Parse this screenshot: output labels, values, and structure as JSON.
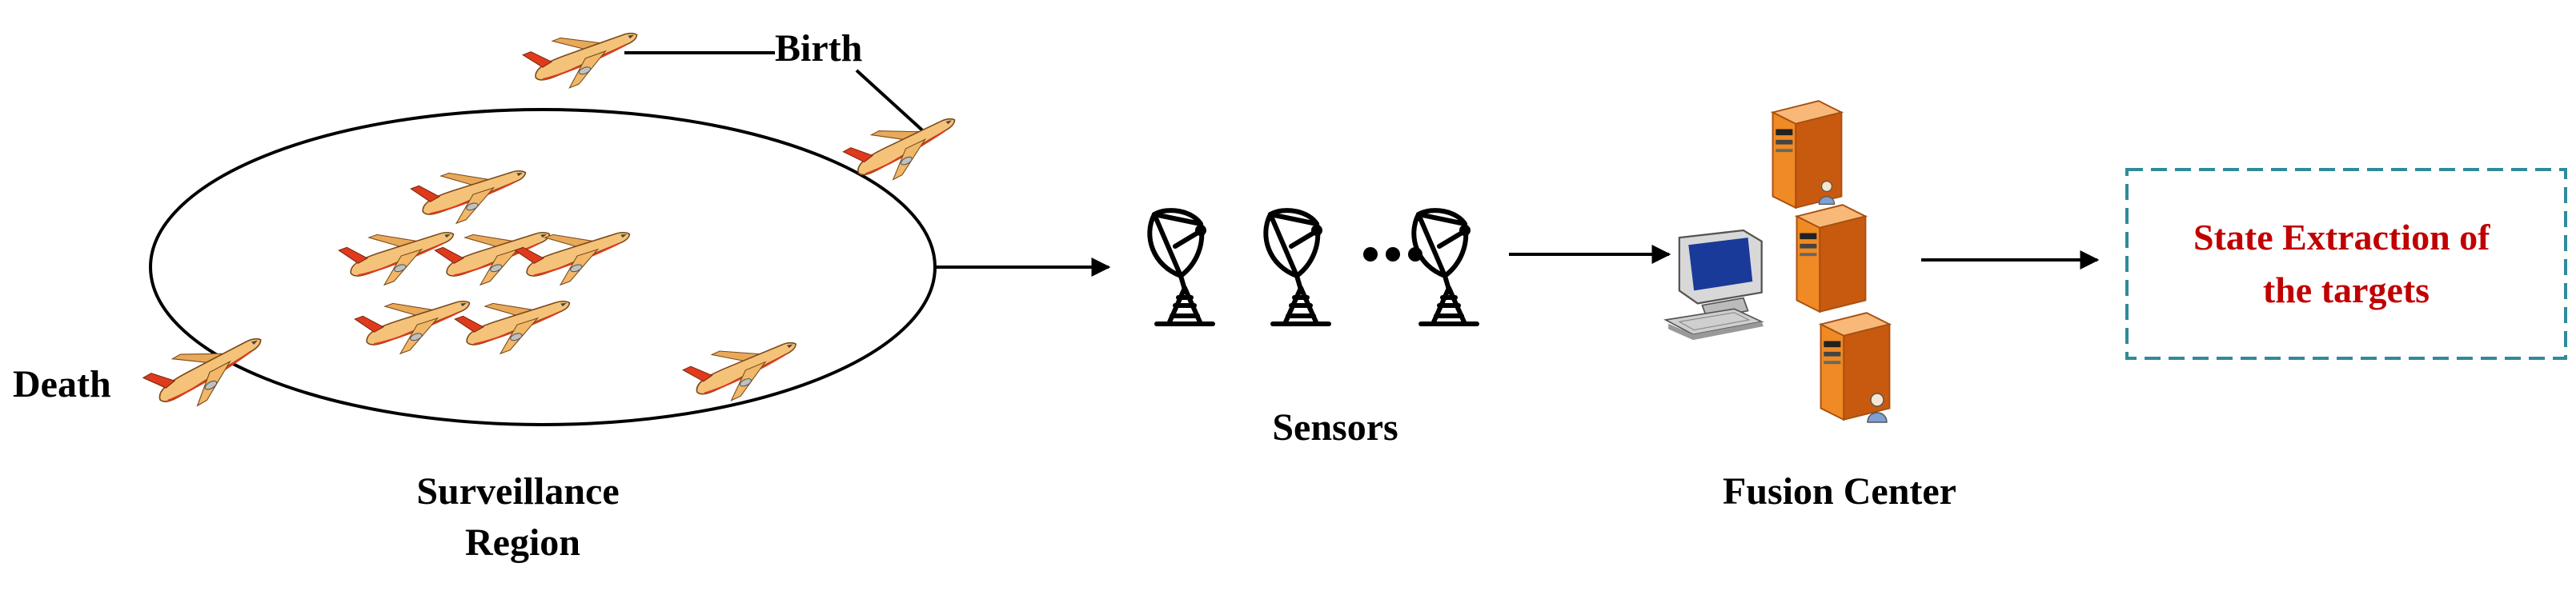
{
  "labels": {
    "birth": "Birth",
    "death": "Death",
    "surveillance_line1": "Surveillance",
    "surveillance_line2": "Region",
    "sensors": "Sensors",
    "fusion_center": "Fusion Center",
    "state_line1": "State Extraction of",
    "state_line2": "the targets"
  },
  "colors": {
    "box_border": "#2e8b9a",
    "box_text": "#c00000",
    "plane_body": "#f5c27a",
    "plane_accent": "#e03a1c",
    "server_orange": "#f08a24"
  },
  "icons": [
    "airplane-icon",
    "radar-antenna-icon",
    "server-icon",
    "computer-icon"
  ]
}
